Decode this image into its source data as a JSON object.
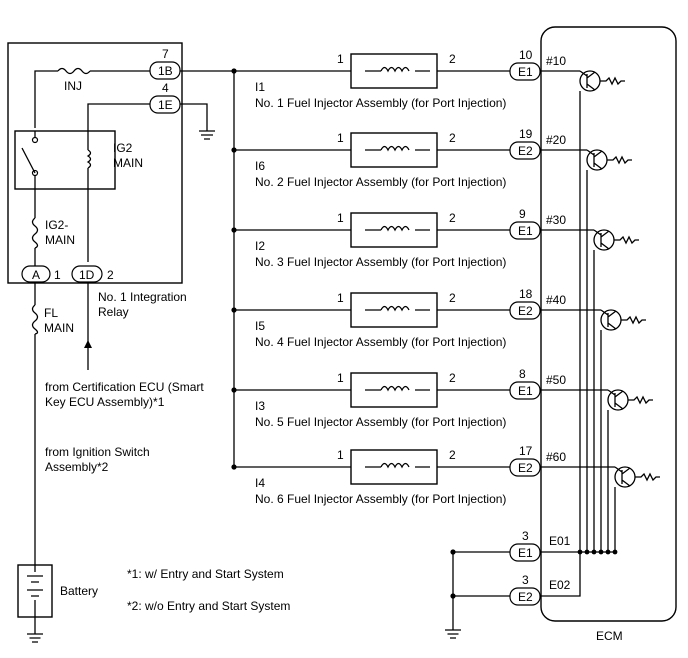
{
  "relay": {
    "inj_fuse": "INJ",
    "ig2_main": [
      "IG2",
      "MAIN"
    ],
    "ig2_main_fuse": [
      "IG2-",
      "MAIN"
    ],
    "caption": [
      "No. 1 Integration",
      "Relay"
    ],
    "connectors": [
      {
        "id": "1B",
        "pin": "7"
      },
      {
        "id": "1E",
        "pin": "4"
      },
      {
        "id": "A",
        "pin": "1"
      },
      {
        "id": "1D",
        "pin": "2"
      }
    ]
  },
  "fl_main_fuse": [
    "FL",
    "MAIN"
  ],
  "source_notes": {
    "certification": [
      "from Certification ECU (Smart",
      "Key ECU Assembly)*1"
    ],
    "ignition": [
      "from Ignition Switch",
      "Assembly*2"
    ]
  },
  "battery_label": "Battery",
  "footnotes": [
    "*1: w/ Entry and Start System",
    "*2: w/o Entry and Start System"
  ],
  "injectors": [
    {
      "ref": "I1",
      "name": "No. 1 Fuel Injector Assembly (for Port Injection)",
      "pin_left": "1",
      "pin_right": "2",
      "conn": "E1",
      "ecu_pin": "10",
      "signal": "#10"
    },
    {
      "ref": "I6",
      "name": "No. 2 Fuel Injector Assembly (for Port Injection)",
      "pin_left": "1",
      "pin_right": "2",
      "conn": "E2",
      "ecu_pin": "19",
      "signal": "#20"
    },
    {
      "ref": "I2",
      "name": "No. 3 Fuel Injector Assembly (for Port Injection)",
      "pin_left": "1",
      "pin_right": "2",
      "conn": "E1",
      "ecu_pin": "9",
      "signal": "#30"
    },
    {
      "ref": "I5",
      "name": "No. 4 Fuel Injector Assembly (for Port Injection)",
      "pin_left": "1",
      "pin_right": "2",
      "conn": "E2",
      "ecu_pin": "18",
      "signal": "#40"
    },
    {
      "ref": "I3",
      "name": "No. 5 Fuel Injector Assembly (for Port Injection)",
      "pin_left": "1",
      "pin_right": "2",
      "conn": "E1",
      "ecu_pin": "8",
      "signal": "#50"
    },
    {
      "ref": "I4",
      "name": "No. 6 Fuel Injector Assembly (for Port Injection)",
      "pin_left": "1",
      "pin_right": "2",
      "conn": "E2",
      "ecu_pin": "17",
      "signal": "#60"
    }
  ],
  "grounds": [
    {
      "conn": "E1",
      "pin": "3",
      "signal": "E01"
    },
    {
      "conn": "E2",
      "pin": "3",
      "signal": "E02"
    }
  ],
  "ecm_label": "ECM"
}
